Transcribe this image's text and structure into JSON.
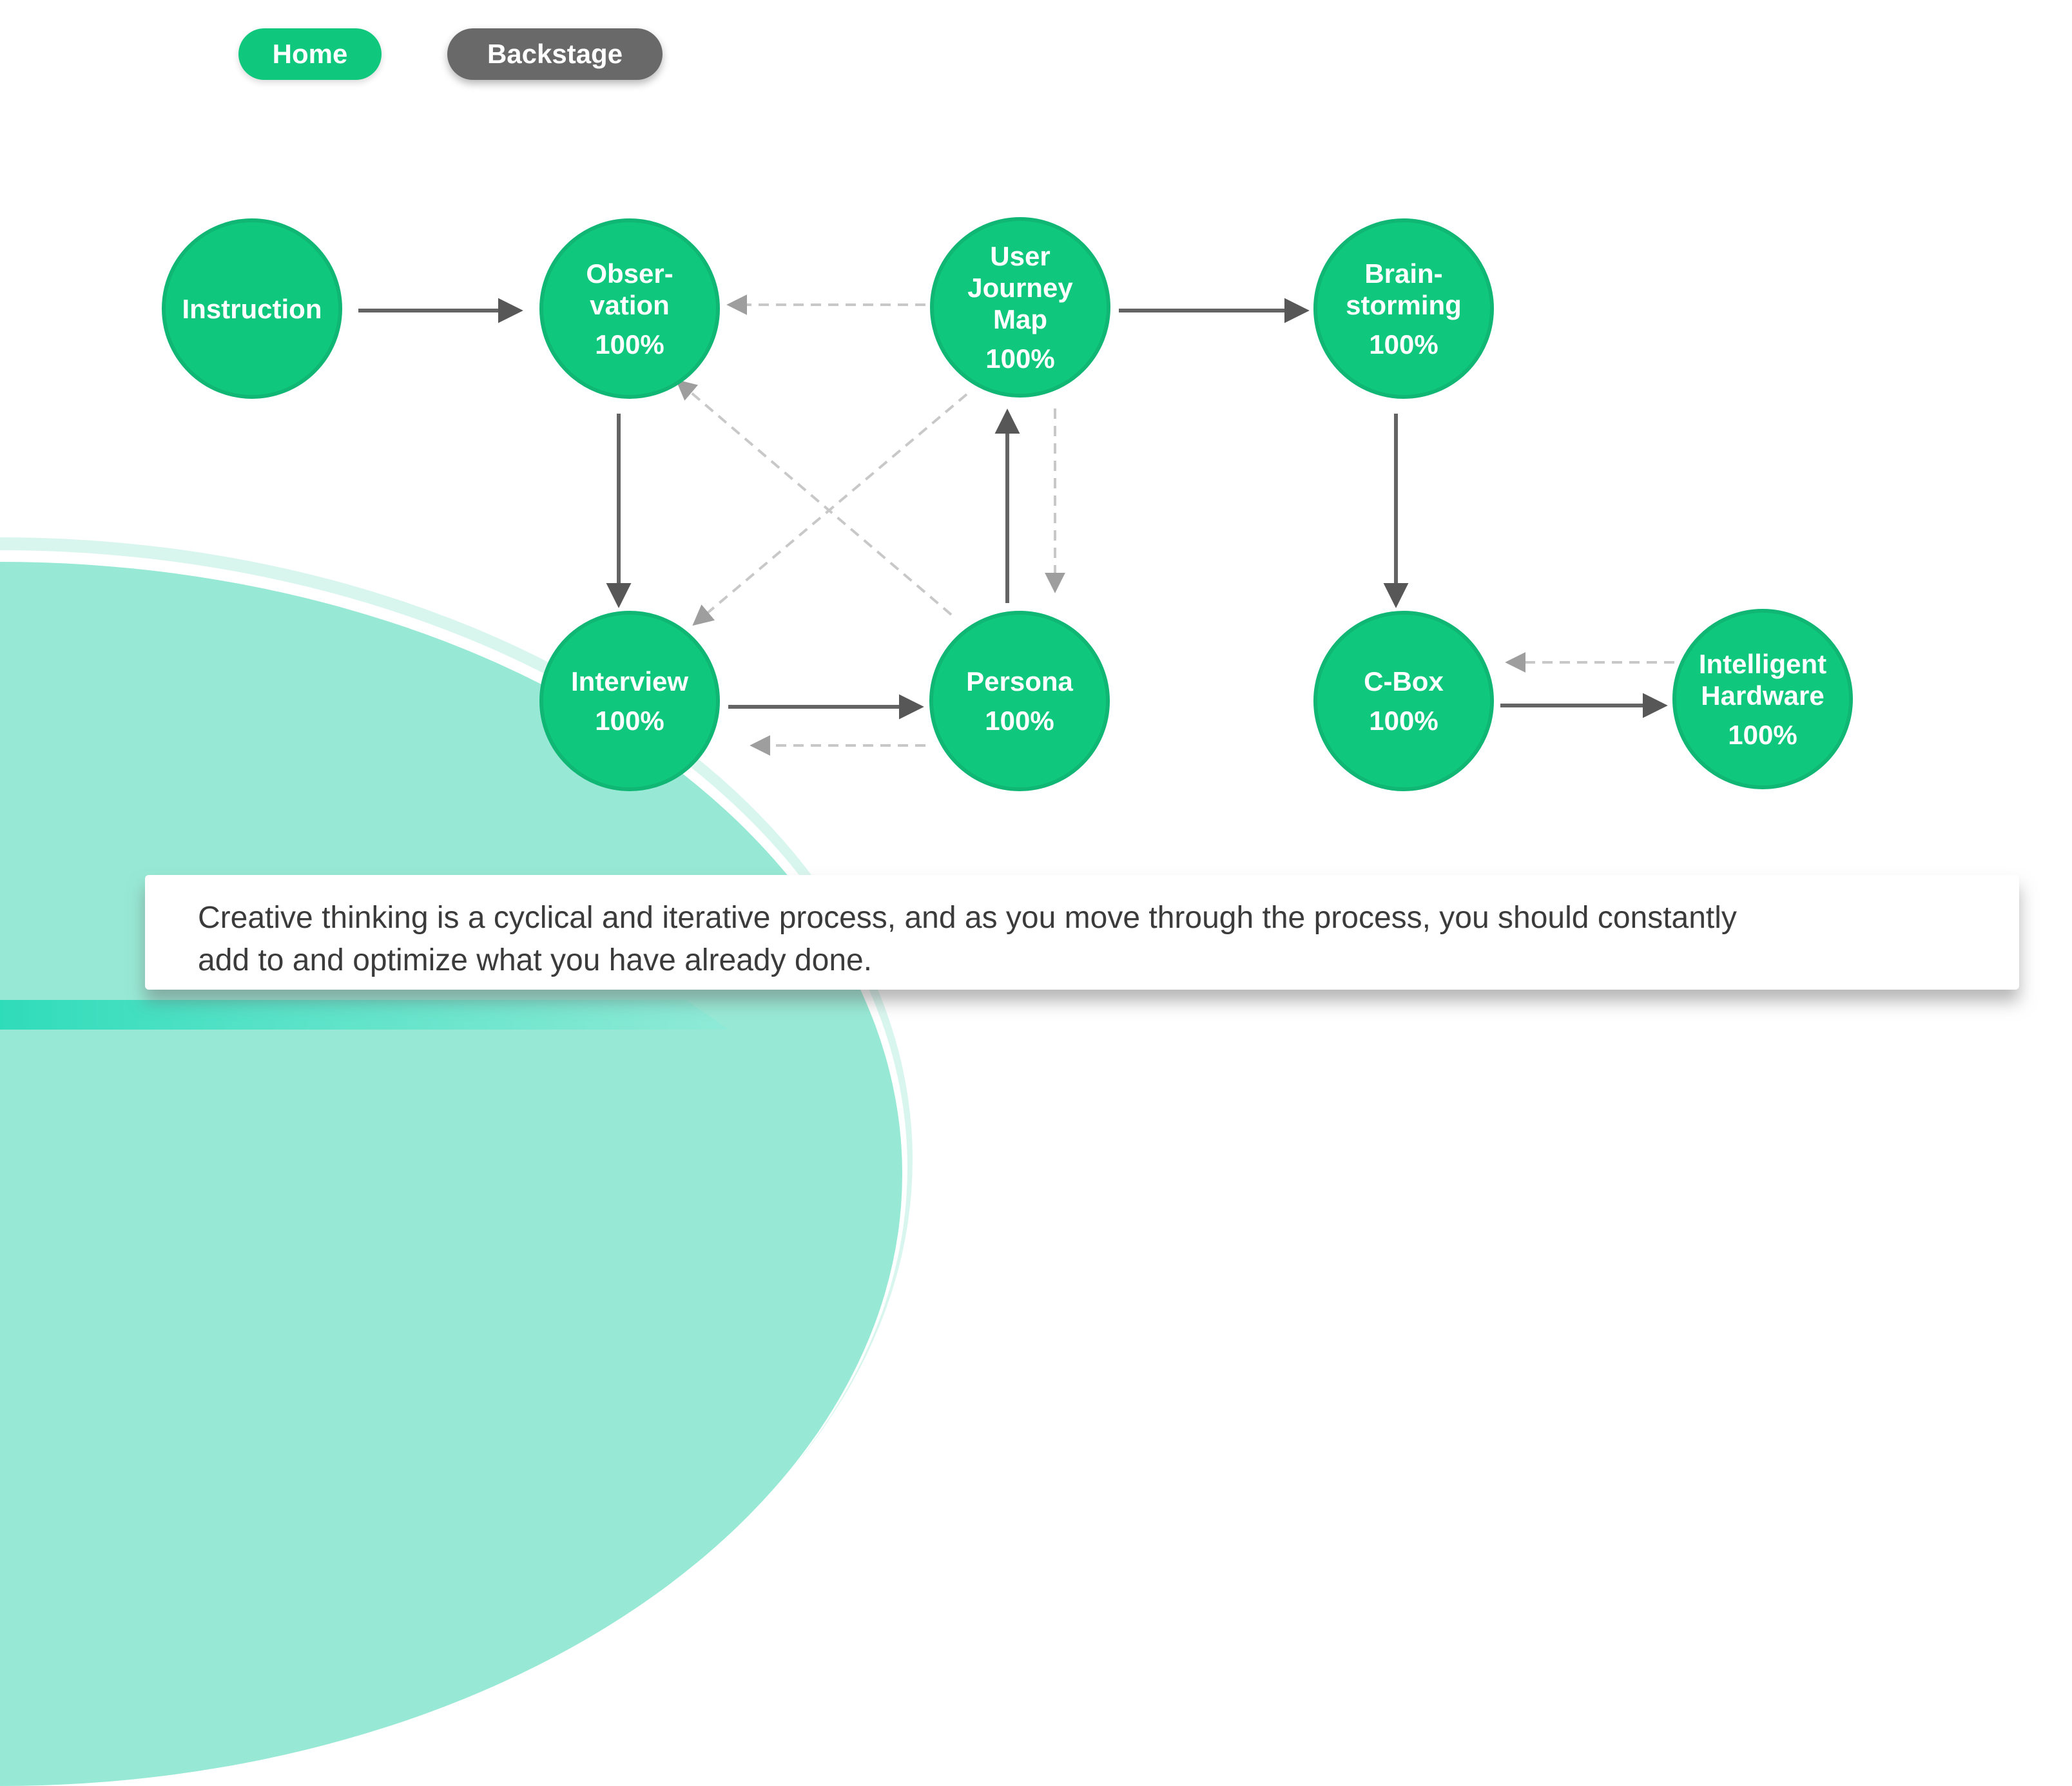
{
  "nav": {
    "home": {
      "label": "Home"
    },
    "backstage": {
      "label": "Backstage"
    }
  },
  "diagram": {
    "nodes": [
      {
        "id": "instruction",
        "lines": [
          "Instruction"
        ],
        "percent": null
      },
      {
        "id": "observation",
        "lines": [
          "Obser-",
          "vation"
        ],
        "percent": "100%"
      },
      {
        "id": "user-journey-map",
        "lines": [
          "User",
          "Journey",
          "Map"
        ],
        "percent": "100%"
      },
      {
        "id": "brainstorming",
        "lines": [
          "Brain-",
          "storming"
        ],
        "percent": "100%"
      },
      {
        "id": "interview",
        "lines": [
          "Interview"
        ],
        "percent": "100%"
      },
      {
        "id": "persona",
        "lines": [
          "Persona"
        ],
        "percent": "100%"
      },
      {
        "id": "c-box",
        "lines": [
          "C-Box"
        ],
        "percent": "100%"
      },
      {
        "id": "intelligent-hardware",
        "lines": [
          "Intelligent",
          "Hardware"
        ],
        "percent": "100%"
      }
    ],
    "edges": [
      {
        "from": "instruction",
        "to": "observation",
        "style": "solid"
      },
      {
        "from": "observation",
        "to": "interview",
        "style": "solid"
      },
      {
        "from": "persona",
        "to": "user-journey-map",
        "style": "solid"
      },
      {
        "from": "user-journey-map",
        "to": "brainstorming",
        "style": "solid"
      },
      {
        "from": "brainstorming",
        "to": "c-box",
        "style": "solid"
      },
      {
        "from": "interview",
        "to": "persona",
        "style": "solid"
      },
      {
        "from": "c-box",
        "to": "intelligent-hardware",
        "style": "solid"
      },
      {
        "from": "user-journey-map",
        "to": "observation",
        "style": "dashed"
      },
      {
        "from": "user-journey-map",
        "to": "interview",
        "style": "dashed"
      },
      {
        "from": "persona",
        "to": "observation",
        "style": "dashed"
      },
      {
        "from": "user-journey-map",
        "to": "persona",
        "style": "dashed"
      },
      {
        "from": "persona",
        "to": "interview",
        "style": "dashed"
      },
      {
        "from": "intelligent-hardware",
        "to": "c-box",
        "style": "dashed"
      }
    ]
  },
  "note": {
    "lines": [
      "Creative thinking is a cyclical and iterative process, and as you move through the process, you should constantly",
      "add to and optimize what you have already done."
    ]
  },
  "colors": {
    "node_green": "#10c87d",
    "node_border_green": "#0fb674",
    "home_pill_green": "#10c87d",
    "backstage_pill_gray": "#696969",
    "solid_arrow_gray": "#646464",
    "dashed_arrow_gray": "#c8c8c8",
    "blob_mint": "#97e9d5",
    "bottom_teal": "#2fdcba",
    "note_text_gray": "#3b3b3b"
  }
}
